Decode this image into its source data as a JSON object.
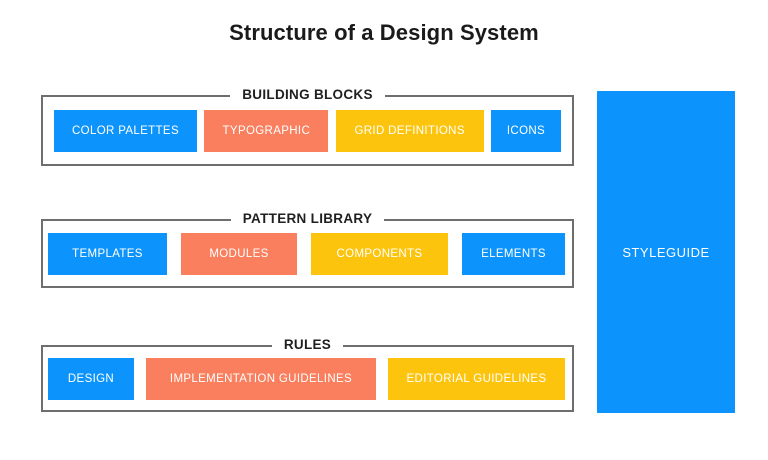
{
  "title": "Structure of a Design System",
  "colors": {
    "blue": "#0d94fc",
    "salmon": "#fa7f5e",
    "yellow": "#fdc40d",
    "frame_border": "#6e6e6e",
    "background": "#ffffff",
    "title_text": "#1a1a1a",
    "chip_text": "#ffffff"
  },
  "groups": [
    {
      "label": "BUILDING BLOCKS",
      "items": [
        {
          "label": "COLOR PALETTES",
          "color": "blue"
        },
        {
          "label": "TYPOGRAPHIC",
          "color": "salmon"
        },
        {
          "label": "GRID DEFINITIONS",
          "color": "yellow"
        },
        {
          "label": "ICONS",
          "color": "blue"
        }
      ]
    },
    {
      "label": "PATTERN LIBRARY",
      "items": [
        {
          "label": "TEMPLATES",
          "color": "blue"
        },
        {
          "label": "MODULES",
          "color": "salmon"
        },
        {
          "label": "COMPONENTS",
          "color": "yellow"
        },
        {
          "label": "ELEMENTS",
          "color": "blue"
        }
      ]
    },
    {
      "label": "RULES",
      "items": [
        {
          "label": "DESIGN",
          "color": "blue"
        },
        {
          "label": "IMPLEMENTATION GUIDELINES",
          "color": "salmon"
        },
        {
          "label": "EDITORIAL GUIDELINES",
          "color": "yellow"
        }
      ]
    }
  ],
  "styleguide": {
    "label": "STYLEGUIDE"
  }
}
